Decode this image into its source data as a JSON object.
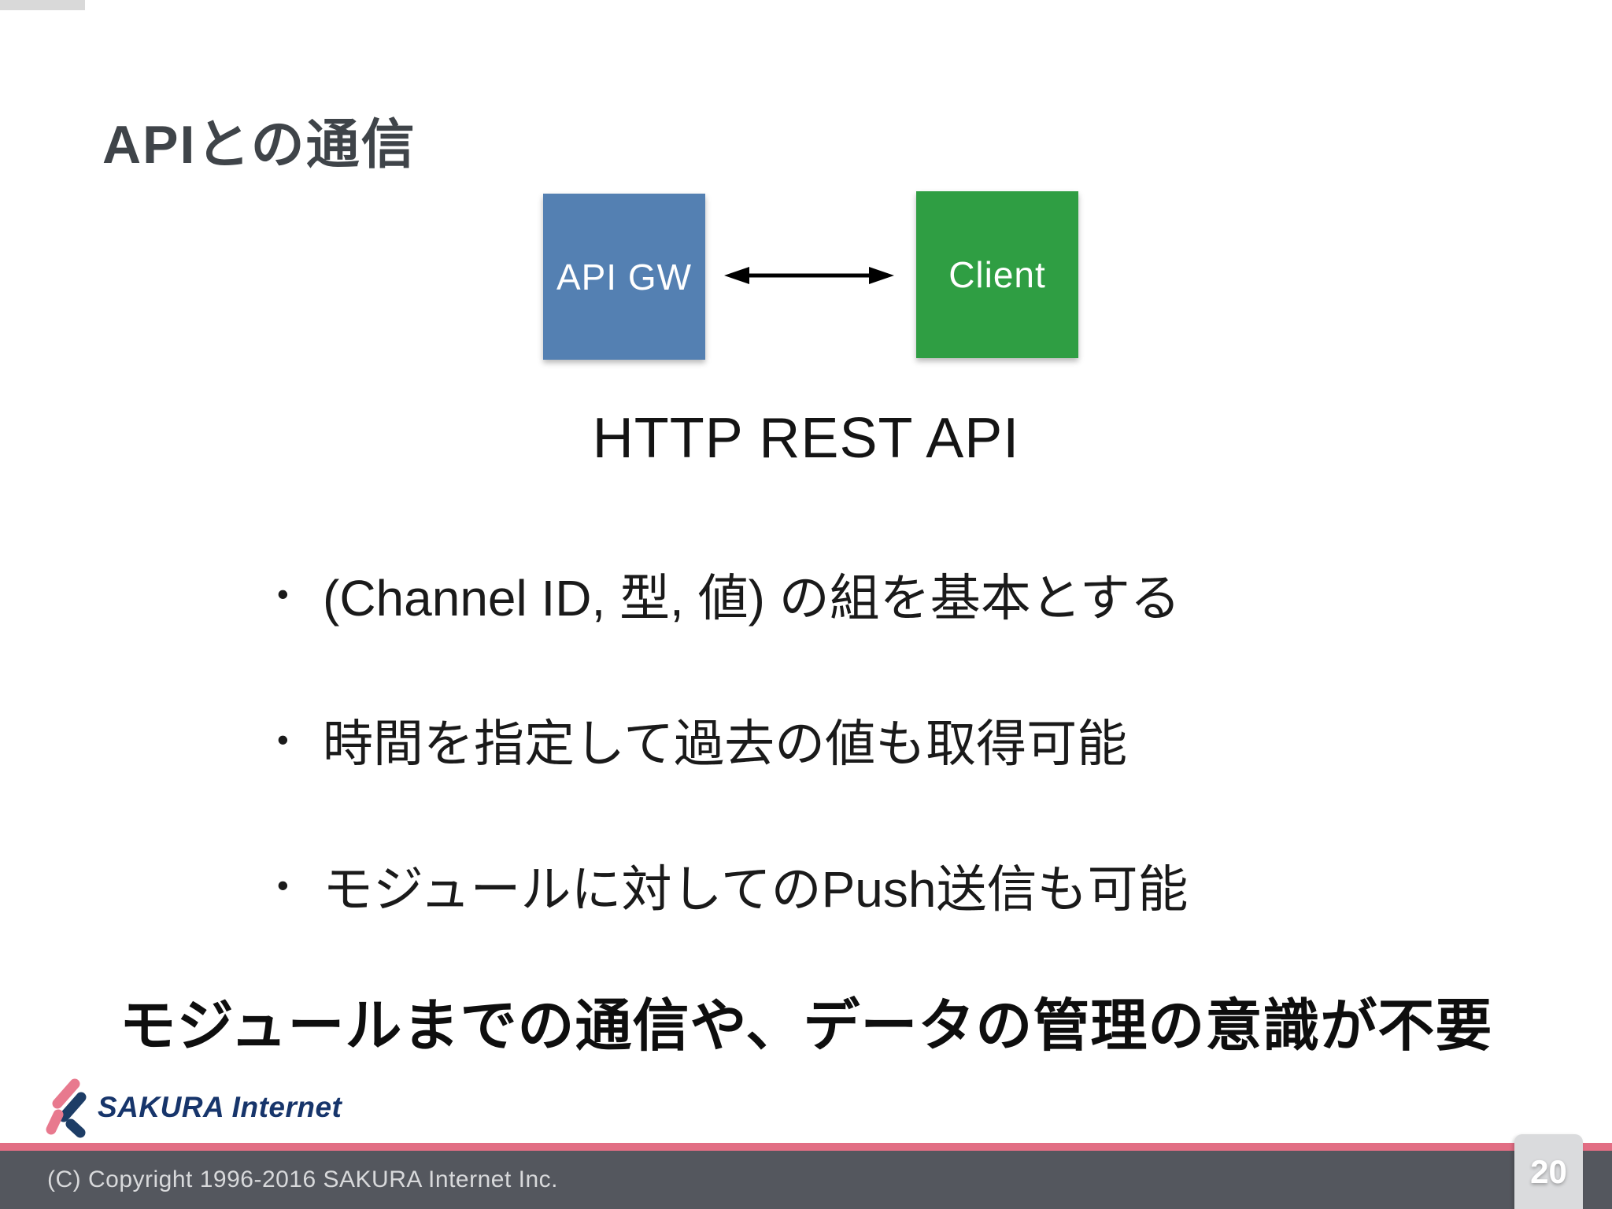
{
  "slide": {
    "title": "APIとの通信",
    "heading": "HTTP REST API",
    "diagram": {
      "left_box_label": "API GW",
      "right_box_label": "Client",
      "connector": "double-headed-arrow"
    },
    "list": {
      "marker": "•",
      "bullets": [
        "(Channel ID, 型, 値) の組を基本とする",
        "時間を指定して過去の値も取得可能",
        "モジュールに対してのPush送信も可能"
      ]
    },
    "statement": "モジュールまでの通信や、データの管理の意識が不要"
  },
  "footer": {
    "logo_text": "SAKURA Internet",
    "copyright": "(C) Copyright 1996-2016 SAKURA Internet Inc.",
    "page_number": "20"
  },
  "colors": {
    "api_gw_box": "#5480b2",
    "client_box": "#2f9e43",
    "title_text": "#3f4449",
    "accent_bar": "#d9d9d9",
    "footer_bar": "#54575e",
    "footer_accent_line": "#e26e84",
    "page_badge": "#dadbdd",
    "logo_pink": "#e8798e",
    "logo_navy": "#1d3d66"
  }
}
